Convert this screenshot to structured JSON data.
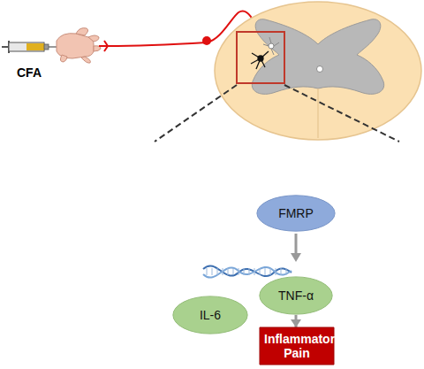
{
  "diagram": {
    "nodes": [
      {
        "text": [
          "FMRP"
        ]
      },
      {
        "text": [
          "IL-6"
        ]
      },
      {
        "text": [
          "TNF-α"
        ]
      },
      {
        "text": [
          "Inflammatory Pain"
        ]
      }
    ],
    "edges": [
      {
        "from": 2,
        "to": 3,
        "arrow": "to"
      }
    ],
    "labels": [
      "CFA"
    ]
  }
}
